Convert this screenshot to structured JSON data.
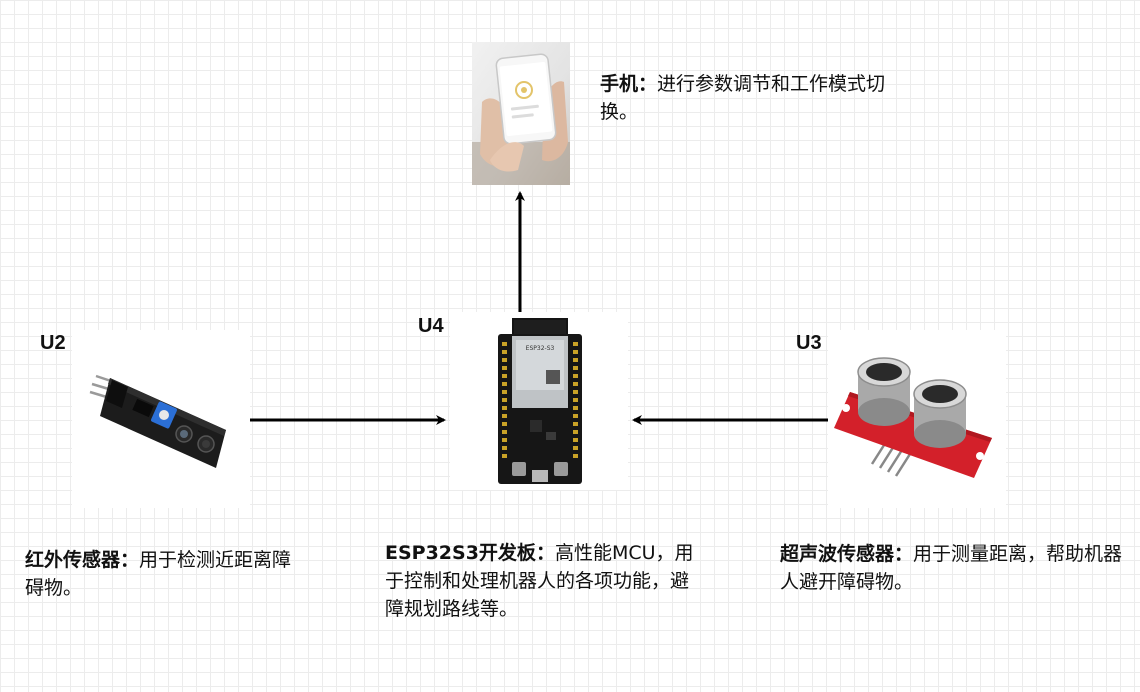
{
  "phone": {
    "title": "手机",
    "sep": "：",
    "desc": "进行参数调节和工作模式切换。"
  },
  "u2": {
    "label": "U2",
    "title": "红外传感器",
    "sep": "：",
    "desc": "用于检测近距离障碍物。"
  },
  "u4": {
    "label": "U4",
    "title": "ESP32S3开发板",
    "sep": "：",
    "desc": "高性能MCU，用于控制和处理机器人的各项功能，避障规划路线等。",
    "chip_text": "ESP32-S3"
  },
  "u3": {
    "label": "U3",
    "title": "超声波传感器",
    "sep": "：",
    "desc": "用于测量距离，帮助机器人避开障碍物。"
  },
  "colors": {
    "arrow": "#000000",
    "board": "#111111",
    "sensor_red": "#d3202a"
  }
}
